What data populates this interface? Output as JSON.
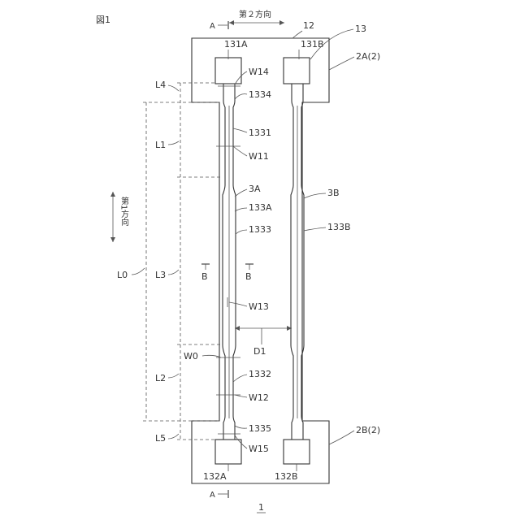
{
  "figure_label": "図1",
  "direction2_label": "第２方向",
  "direction1_label": "第1方向",
  "section_a_top": "A",
  "section_a_bottom": "A",
  "section_b_left": "B",
  "section_b_right": "B",
  "labels": {
    "l12": "12",
    "l13": "13",
    "l131A": "131A",
    "l131B": "131B",
    "l2A": "2A(2)",
    "l2B": "2B(2)",
    "l132A": "132A",
    "l132B": "132B",
    "l1331": "1331",
    "l1332": "1332",
    "l1333": "1333",
    "l1334": "1334",
    "l1335": "1335",
    "l133A": "133A",
    "l133B": "133B",
    "l3A": "3A",
    "l3B": "3B",
    "W11": "W11",
    "W12": "W12",
    "W13": "W13",
    "W14": "W14",
    "W15": "W15",
    "W0": "W0",
    "D1": "D1",
    "L0": "L0",
    "L1": "L1",
    "L2": "L2",
    "L3": "L3",
    "L4": "L4",
    "L5": "L5",
    "footer": "1"
  }
}
